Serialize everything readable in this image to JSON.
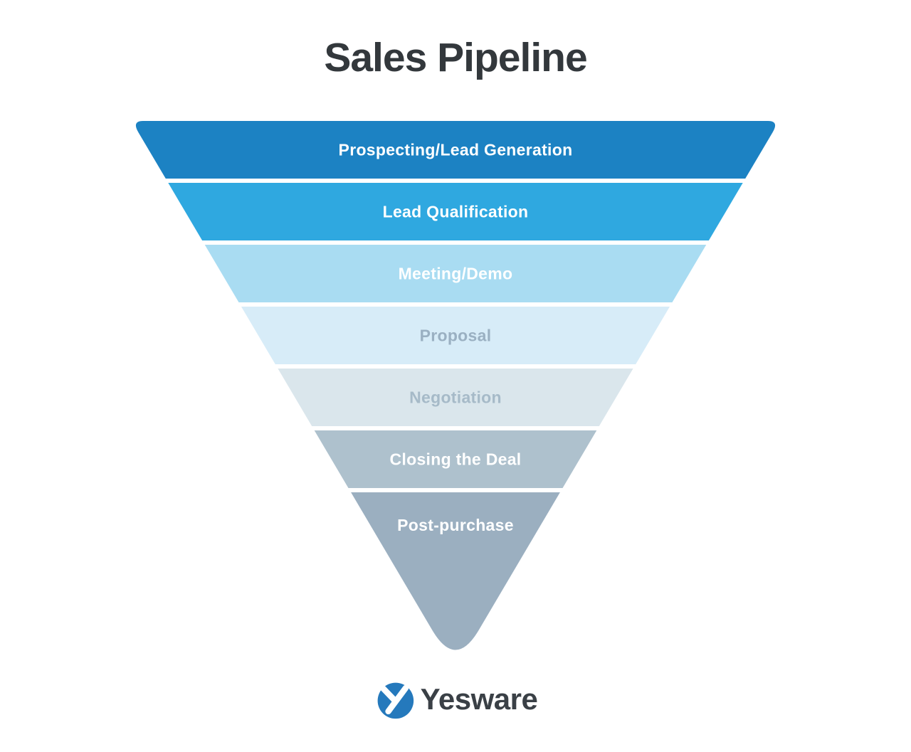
{
  "title": "Sales Pipeline",
  "chart_data": {
    "type": "funnel",
    "title": "Sales Pipeline",
    "orientation": "inverted-triangle-top-down",
    "stages": [
      {
        "label": "Prospecting/Lead Generation",
        "color": "#1C82C3",
        "label_color": "#FFFFFF"
      },
      {
        "label": "Lead Qualification",
        "color": "#2FA8E0",
        "label_color": "#FFFFFF"
      },
      {
        "label": "Meeting/Demo",
        "color": "#A9DCF2",
        "label_color": "#FFFFFF"
      },
      {
        "label": "Proposal",
        "color": "#D7ECF8",
        "label_color": "#9AB0C2"
      },
      {
        "label": "Negotiation",
        "color": "#DAE6EC",
        "label_color": "#A6BAC8"
      },
      {
        "label": "Closing the Deal",
        "color": "#AEC1CD",
        "label_color": "#FFFFFF"
      },
      {
        "label": "Post-purchase",
        "color": "#9BAFC0",
        "label_color": "#FFFFFF"
      }
    ],
    "layout": {
      "gap_color": "#FFFFFF",
      "legend": "none",
      "grid": "off"
    }
  },
  "logo": {
    "text": "Yesware",
    "icon": "yesware-y-icon",
    "circle_color": "#2579BC",
    "mark_color": "#FFFFFF",
    "text_color": "#3A4046"
  }
}
